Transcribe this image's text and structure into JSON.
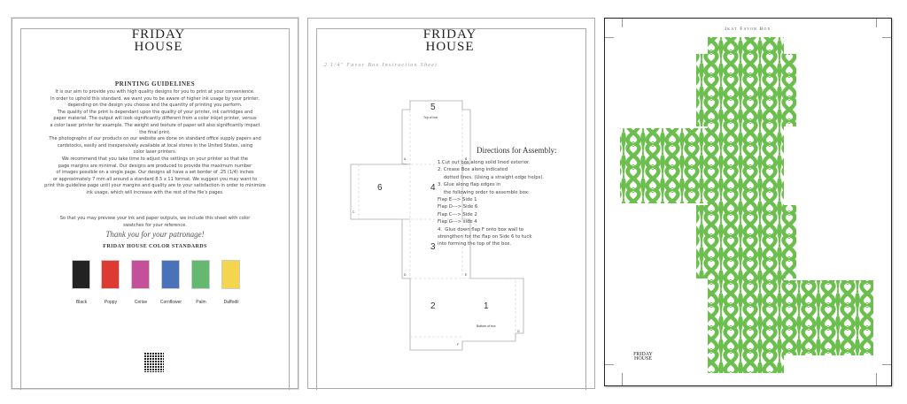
{
  "logo": {
    "line1": "FRIDAY",
    "line2": "HOUSE"
  },
  "page1": {
    "title": "PRINTING GUIDELINES",
    "lines": [
      "It is our aim to provide you with high quality designs for you to print at your convenience.",
      "In order to uphold this standard, we want you to be aware of higher ink usage by your printer,",
      "depending on the design you choose and the quantity of printing you perform.",
      "The quality of the print is dependant upon the quality of your printer, ink cartridges and",
      "paper material. The output will look significantly different from a color inkjet printer, versus",
      "a color laser printer for example. The weight and texture of paper will also significantly impact",
      "the final print.",
      "The photographs of our products on our website are done on standard office supply papers and",
      "cardstocks, easily and inexpensively available at local stores in the United States, using",
      "color laser printers.",
      "We recommend that you take time to adjust the settings on your printer so that the",
      "page margins are minimal. Our designs are produced to provide the maximum number",
      "of images possible on a single page. Our designs all have a set border of .25 (1/4) inches",
      "or approximately 7 mm all around a standard 8.5 x 11 format. We suggest you may want to",
      "print this guideline page until your margins and quality are to your satisfaction in order to minimize",
      "ink usage, which will increase with the rest of the file's pages."
    ],
    "preview_lines": [
      "So that you may preview your ink and paper outputs, we include this sheet with color",
      "swatches for your reference."
    ],
    "thanks": "Thank you for your patronage!",
    "standards_title": "FRIDAY HOUSE COLOR STANDARDS",
    "swatches": [
      {
        "name": "Black",
        "color": "#222222"
      },
      {
        "name": "Poppy",
        "color": "#dd3a34"
      },
      {
        "name": "Cerise",
        "color": "#c4509a"
      },
      {
        "name": "Cornflower",
        "color": "#4a72b8"
      },
      {
        "name": "Palm",
        "color": "#64b870"
      },
      {
        "name": "Daffodil",
        "color": "#f5d54e"
      }
    ]
  },
  "page2": {
    "subtitle": "2 1/4\" Favor Box Instruction Sheet",
    "panels": {
      "p5": "5",
      "p5_note": "Top of box",
      "p6": "6",
      "p4": "4",
      "p3": "3",
      "p2": "2",
      "p1": "1",
      "p1_note": "Bottom of box"
    },
    "flaps": [
      "A",
      "B",
      "C",
      "D",
      "E",
      "F",
      "G"
    ],
    "directions_title": "Directions for Assembly:",
    "directions": [
      "1.Cut out box along solid lined exterior.",
      "2. Crease Box along indicated",
      "    dotted lines. (Using a straight edge helps).",
      "3. Glue along flap edges in",
      "    the following order to assemble box:",
      "Flap E---> Side 1",
      "Flap D---> Side 6",
      "Flap C---> Side 2",
      "Flap G---> side 4",
      "4.  Glue down flap F onto box wall to",
      "strengthen for the flap on Side 6 to tuck",
      "into forming the top of the box."
    ]
  },
  "page3": {
    "title": "Ikat Favor Box",
    "pattern_color": "#6cbf4e"
  }
}
